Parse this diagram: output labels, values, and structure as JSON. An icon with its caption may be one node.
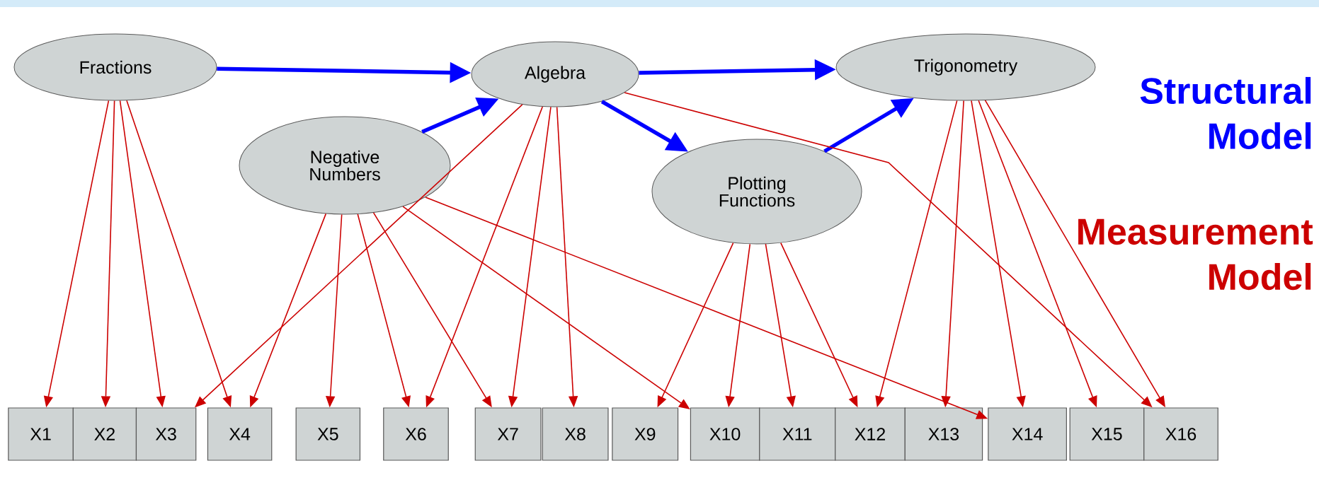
{
  "diagram": {
    "nodes": [
      {
        "text": [
          "Fractions"
        ]
      },
      {
        "text": [
          "Algebra"
        ]
      },
      {
        "text": [
          "Trigonometry"
        ]
      },
      {
        "text": [
          "Negative Numbers"
        ]
      },
      {
        "text": [
          "Plotting Functions"
        ]
      },
      {
        "text": [
          "X1"
        ]
      },
      {
        "text": [
          "X2"
        ]
      },
      {
        "text": [
          "X3"
        ]
      },
      {
        "text": [
          "X4"
        ]
      },
      {
        "text": [
          "X5"
        ]
      },
      {
        "text": [
          "X6"
        ]
      },
      {
        "text": [
          "X7"
        ]
      },
      {
        "text": [
          "X8"
        ]
      },
      {
        "text": [
          "X9"
        ]
      },
      {
        "text": [
          "X10"
        ]
      },
      {
        "text": [
          "X11"
        ]
      },
      {
        "text": [
          "X12"
        ]
      },
      {
        "text": [
          "X13"
        ]
      },
      {
        "text": [
          "X14"
        ]
      },
      {
        "text": [
          "X15"
        ]
      },
      {
        "text": [
          "X16"
        ]
      }
    ],
    "edges": [
      {
        "from": 0,
        "to": 1,
        "arrow": "to",
        "style": "thick",
        "color": "#0000ff"
      },
      {
        "from": 3,
        "to": 1,
        "arrow": "to",
        "style": "thick",
        "color": "#0000ff"
      },
      {
        "from": 1,
        "to": 2,
        "arrow": "to",
        "style": "thick",
        "color": "#0000ff"
      },
      {
        "from": 1,
        "to": 4,
        "arrow": "to",
        "style": "thick",
        "color": "#0000ff"
      },
      {
        "from": 4,
        "to": 2,
        "arrow": "to",
        "style": "thick",
        "color": "#0000ff"
      },
      {
        "from": 0,
        "to": 5,
        "arrow": "to"
      },
      {
        "from": 0,
        "to": 6,
        "arrow": "to"
      },
      {
        "from": 0,
        "to": 7,
        "arrow": "to"
      },
      {
        "from": 0,
        "to": 8,
        "arrow": "to"
      },
      {
        "from": 1,
        "to": 7,
        "arrow": "to"
      },
      {
        "from": 1,
        "to": 10,
        "arrow": "to"
      },
      {
        "from": 1,
        "to": 11,
        "arrow": "to"
      },
      {
        "from": 1,
        "to": 12,
        "arrow": "to"
      },
      {
        "from": 1,
        "to": 20,
        "arrow": "to"
      },
      {
        "from": 3,
        "to": 8,
        "arrow": "to"
      },
      {
        "from": 3,
        "to": 9,
        "arrow": "to"
      },
      {
        "from": 3,
        "to": 10,
        "arrow": "to"
      },
      {
        "from": 3,
        "to": 11,
        "arrow": "to"
      },
      {
        "from": 3,
        "to": 14,
        "arrow": "to"
      },
      {
        "from": 3,
        "to": 18,
        "arrow": "to"
      },
      {
        "from": 4,
        "to": 13,
        "arrow": "to"
      },
      {
        "from": 4,
        "to": 14,
        "arrow": "to"
      },
      {
        "from": 4,
        "to": 15,
        "arrow": "to"
      },
      {
        "from": 4,
        "to": 16,
        "arrow": "to"
      },
      {
        "from": 2,
        "to": 16,
        "arrow": "to"
      },
      {
        "from": 2,
        "to": 17,
        "arrow": "to"
      },
      {
        "from": 2,
        "to": 18,
        "arrow": "to"
      },
      {
        "from": 2,
        "to": 19,
        "arrow": "to"
      },
      {
        "from": 2,
        "to": 20,
        "arrow": "to"
      }
    ],
    "labels": [
      "Structural Model",
      "Measurement Model"
    ]
  }
}
